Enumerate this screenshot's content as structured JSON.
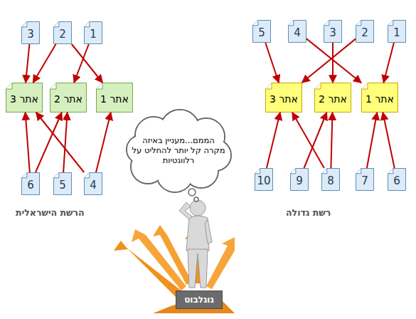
{
  "diagram": {
    "nodes": [
      {
        "text": [
          "3"
        ]
      },
      {
        "text": [
          "2"
        ]
      },
      {
        "text": [
          "1"
        ]
      },
      {
        "text": [
          "אתר 3"
        ]
      },
      {
        "text": [
          "אתר 2"
        ]
      },
      {
        "text": [
          "אתר 1"
        ]
      },
      {
        "text": [
          "6"
        ]
      },
      {
        "text": [
          "5"
        ]
      },
      {
        "text": [
          "4"
        ]
      },
      {
        "text": [
          "5"
        ]
      },
      {
        "text": [
          "4"
        ]
      },
      {
        "text": [
          "3"
        ]
      },
      {
        "text": [
          "2"
        ]
      },
      {
        "text": [
          "1"
        ]
      },
      {
        "text": [
          "אתר 3"
        ]
      },
      {
        "text": [
          "אתר 2"
        ]
      },
      {
        "text": [
          "אתר 1"
        ]
      },
      {
        "text": [
          "10"
        ]
      },
      {
        "text": [
          "9"
        ]
      },
      {
        "text": [
          "8"
        ]
      },
      {
        "text": [
          "7"
        ]
      },
      {
        "text": [
          "6"
        ]
      },
      {
        "text": [
          "הממם...מעניין באיזה מקרה קל יותר להחליט על רלוונטיות"
        ]
      },
      {
        "text": [
          "גוגלבוט"
        ]
      }
    ],
    "edges": [
      {
        "from": 0,
        "to": 3,
        "arrow": "to"
      },
      {
        "from": 1,
        "to": 3,
        "arrow": "to"
      },
      {
        "from": 1,
        "to": 5,
        "arrow": "to"
      },
      {
        "from": 2,
        "to": 4,
        "arrow": "to"
      },
      {
        "from": 6,
        "to": 3,
        "arrow": "to"
      },
      {
        "from": 6,
        "to": 4,
        "arrow": "to"
      },
      {
        "from": 7,
        "to": 4,
        "arrow": "to"
      },
      {
        "from": 8,
        "to": 3,
        "arrow": "to"
      },
      {
        "from": 8,
        "to": 5,
        "arrow": "to"
      },
      {
        "from": 9,
        "to": 14,
        "arrow": "to"
      },
      {
        "from": 10,
        "to": 16,
        "arrow": "to"
      },
      {
        "from": 11,
        "to": 15,
        "arrow": "to"
      },
      {
        "from": 12,
        "to": 14,
        "arrow": "to"
      },
      {
        "from": 13,
        "to": 16,
        "arrow": "to"
      },
      {
        "from": 17,
        "to": 14,
        "arrow": "to"
      },
      {
        "from": 18,
        "to": 15,
        "arrow": "to"
      },
      {
        "from": 19,
        "to": 14,
        "arrow": "to"
      },
      {
        "from": 19,
        "to": 15,
        "arrow": "to"
      },
      {
        "from": 20,
        "to": 16,
        "arrow": "to"
      },
      {
        "from": 21,
        "to": 16,
        "arrow": "to"
      }
    ],
    "labels": [
      "הרשת הישראלית",
      "רשת גדולה"
    ]
  }
}
